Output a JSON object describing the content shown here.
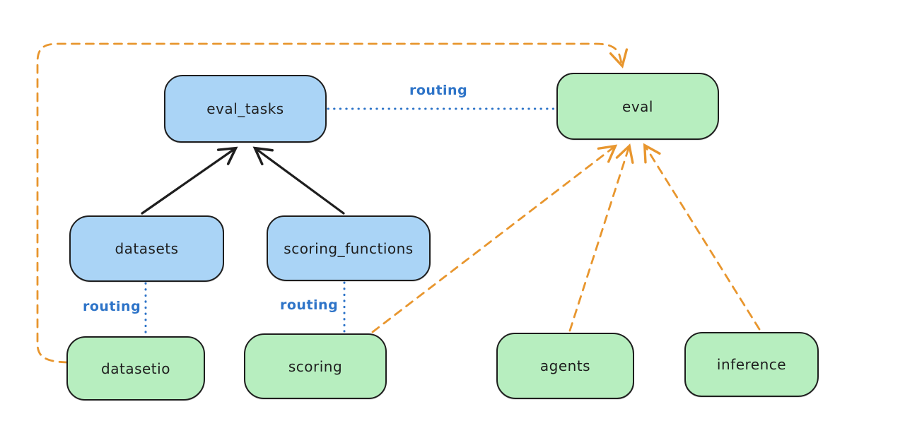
{
  "diagram_type": "architecture-routing-diagram",
  "nodes": [
    {
      "id": "eval_tasks",
      "label": "eval_tasks",
      "kind": "api-blue"
    },
    {
      "id": "eval",
      "label": "eval",
      "kind": "provider-green"
    },
    {
      "id": "datasets",
      "label": "datasets",
      "kind": "api-blue"
    },
    {
      "id": "scoring_functions",
      "label": "scoring_functions",
      "kind": "api-blue"
    },
    {
      "id": "datasetio",
      "label": "datasetio",
      "kind": "provider-green"
    },
    {
      "id": "scoring",
      "label": "scoring",
      "kind": "provider-green"
    },
    {
      "id": "agents",
      "label": "agents",
      "kind": "provider-green"
    },
    {
      "id": "inference",
      "label": "inference",
      "kind": "provider-green"
    }
  ],
  "edges": [
    {
      "from": "datasets",
      "to": "eval_tasks",
      "style": "solid-arrow",
      "color": "black",
      "label": ""
    },
    {
      "from": "scoring_functions",
      "to": "eval_tasks",
      "style": "solid-arrow",
      "color": "black",
      "label": ""
    },
    {
      "from": "eval_tasks",
      "to": "eval",
      "style": "dotted-line",
      "color": "blue",
      "label": "routing"
    },
    {
      "from": "datasets",
      "to": "datasetio",
      "style": "dotted-line",
      "color": "blue",
      "label": "routing"
    },
    {
      "from": "scoring_functions",
      "to": "scoring",
      "style": "dotted-line",
      "color": "blue",
      "label": "routing"
    },
    {
      "from": "datasetio",
      "to": "eval",
      "style": "dashed-arrow",
      "color": "orange",
      "label": ""
    },
    {
      "from": "scoring",
      "to": "eval",
      "style": "dashed-arrow",
      "color": "orange",
      "label": ""
    },
    {
      "from": "agents",
      "to": "eval",
      "style": "dashed-arrow",
      "color": "orange",
      "label": ""
    },
    {
      "from": "inference",
      "to": "eval",
      "style": "dashed-arrow",
      "color": "orange",
      "label": ""
    }
  ],
  "colors": {
    "node_blue": "#aad4f6",
    "node_green": "#b7eebf",
    "stroke_black": "#1e1e1e",
    "routing_blue": "#2e74c8",
    "orange": "#e8962e",
    "background": "#ffffff"
  }
}
